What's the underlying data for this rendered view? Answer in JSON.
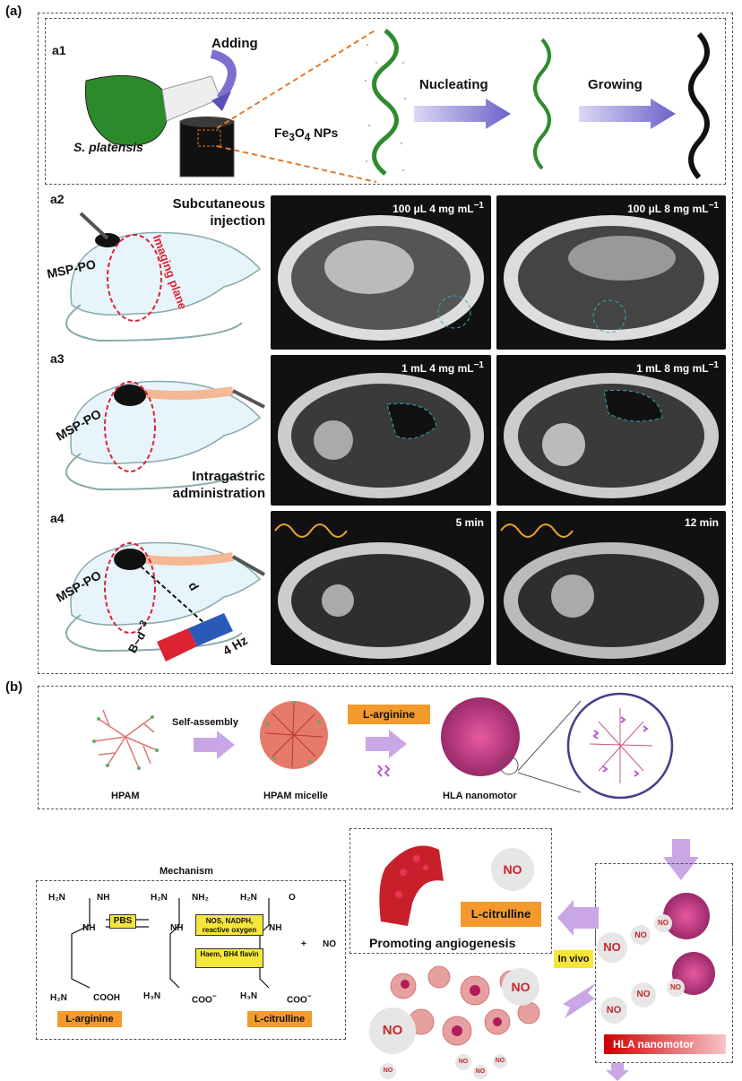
{
  "panel_a": {
    "label": "(a)",
    "a1": {
      "label": "a1",
      "adding": "Adding",
      "species": "S. platensis",
      "fe3o4": "Fe",
      "fe3o4_sub1": "3",
      "fe3o4_mid": "O",
      "fe3o4_sub2": "4",
      "fe3o4_tail": " NPs",
      "nucleating": "Nucleating",
      "growing": "Growing"
    },
    "a2": {
      "label": "a2",
      "method_line1": "Subcutaneous",
      "method_line2": "injection",
      "material": "MSP-PO",
      "plane": "Imaging plane",
      "img1": "100 μL 4 mg mL",
      "img2": "100 μL 8 mg mL",
      "sup": "−1"
    },
    "a3": {
      "label": "a3",
      "material": "MSP-PO",
      "img1": "1 mL 4 mg mL",
      "img2": "1 mL 8 mg mL",
      "sup": "−1",
      "method_line1": "Intragastric",
      "method_line2": "administration"
    },
    "a4": {
      "label": "a4",
      "material": "MSP-PO",
      "d": "d",
      "field": "B~d",
      "field_sup": "−3",
      "freq": "4 Hz",
      "img1": "5 min",
      "img2": "12 min"
    }
  },
  "panel_b": {
    "label": "(b)",
    "hpam": "HPAM",
    "self_assembly": "Self-assembly",
    "micelle": "HPAM micelle",
    "l_arginine": "L-arginine",
    "nanomotor": "HLA nanomotor"
  },
  "mechanism": {
    "title": "Mechanism",
    "pbs": "PBS",
    "enzyme1": "NOS, NADPH, reactive oxygen",
    "enzyme2": "Haem, BH4 flavin",
    "plus": "+",
    "no": "NO",
    "l_arginine": "L-arginine",
    "l_citrulline": "L-citrulline",
    "h2n": "H₂N",
    "nh": "NH",
    "cooh": "COOH",
    "coo": "COO",
    "coo_sup": "−",
    "h3n": "H₃N",
    "nh2": "NH₂",
    "o": "O"
  },
  "angio": {
    "title": "Promoting angiogenesis",
    "l_citrulline": "L-citrulline",
    "no": "NO"
  },
  "invivo": {
    "label": "In vivo",
    "nanomotor": "HLA nanomotor",
    "no": "NO"
  }
}
